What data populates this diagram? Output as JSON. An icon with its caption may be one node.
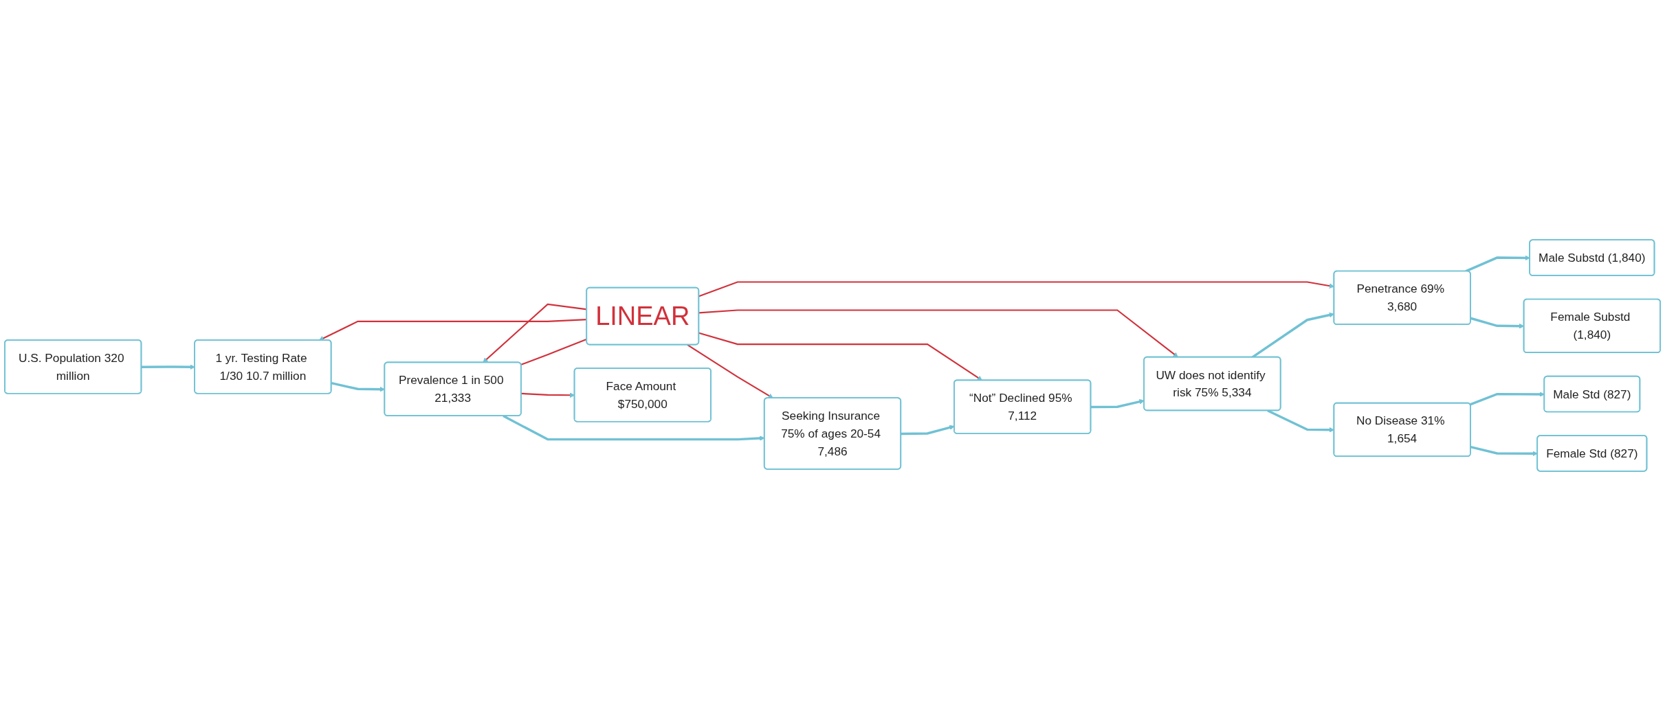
{
  "diagram": {
    "nodes": [
      {
        "text": [
          "U.S. Population 320 million"
        ]
      },
      {
        "text": [
          "LINEAR"
        ]
      },
      {
        "text": [
          "Penetrance 69% 3,680"
        ]
      },
      {
        "text": [
          "Male Substd (1,840)"
        ]
      },
      {
        "text": [
          "1 yr. Testing Rate 1/30 10.7 million"
        ]
      },
      {
        "text": [
          "UW does not identify risk 75% 5,334"
        ]
      },
      {
        "text": [
          "Female Substd (1,840)"
        ]
      },
      {
        "text": [
          "Prevalence 1 in 500 21,333"
        ]
      },
      {
        "text": [
          "“Not” Declined 95% 7,112"
        ]
      },
      {
        "text": [
          "No Disease 31% 1,654"
        ]
      },
      {
        "text": [
          "Male Std (827)"
        ]
      },
      {
        "text": [
          "Female Std (827)"
        ]
      },
      {
        "text": [
          "Face Amount $750,000"
        ]
      },
      {
        "text": [
          "Seeking Insurance 75% of ages 20-54 7,486"
        ]
      }
    ],
    "edges": [
      {
        "from": 0,
        "to": 4,
        "arrow": "to"
      },
      {
        "from": 4,
        "to": 7,
        "arrow": "to"
      },
      {
        "from": 7,
        "to": 13,
        "arrow": "to"
      },
      {
        "from": 13,
        "to": 8,
        "arrow": "to"
      },
      {
        "from": 8,
        "to": 5,
        "arrow": "to"
      },
      {
        "from": 5,
        "to": 2,
        "arrow": "to"
      },
      {
        "from": 5,
        "to": 9,
        "arrow": "to"
      },
      {
        "from": 2,
        "to": 3,
        "arrow": "to"
      },
      {
        "from": 2,
        "to": 6,
        "arrow": "to"
      },
      {
        "from": 9,
        "to": 10,
        "arrow": "to"
      },
      {
        "from": 9,
        "to": 11,
        "arrow": "to"
      },
      {
        "from": 1,
        "to": 4,
        "arrow": "to",
        "color": "#d1313b"
      },
      {
        "from": 1,
        "to": 7,
        "arrow": "to",
        "color": "#d1313b"
      },
      {
        "from": 7,
        "to": 1,
        "arrow": "none",
        "color": "#d1313b"
      },
      {
        "from": 1,
        "to": 13,
        "arrow": "to",
        "color": "#d1313b"
      },
      {
        "from": 1,
        "to": 8,
        "arrow": "to",
        "color": "#d1313b"
      },
      {
        "from": 1,
        "to": 5,
        "arrow": "to",
        "color": "#d1313b"
      },
      {
        "from": 1,
        "to": 2,
        "arrow": "to",
        "color": "#d1313b"
      },
      {
        "from": 7,
        "to": 12,
        "arrow": "to",
        "color": "#d1313b"
      }
    ]
  }
}
